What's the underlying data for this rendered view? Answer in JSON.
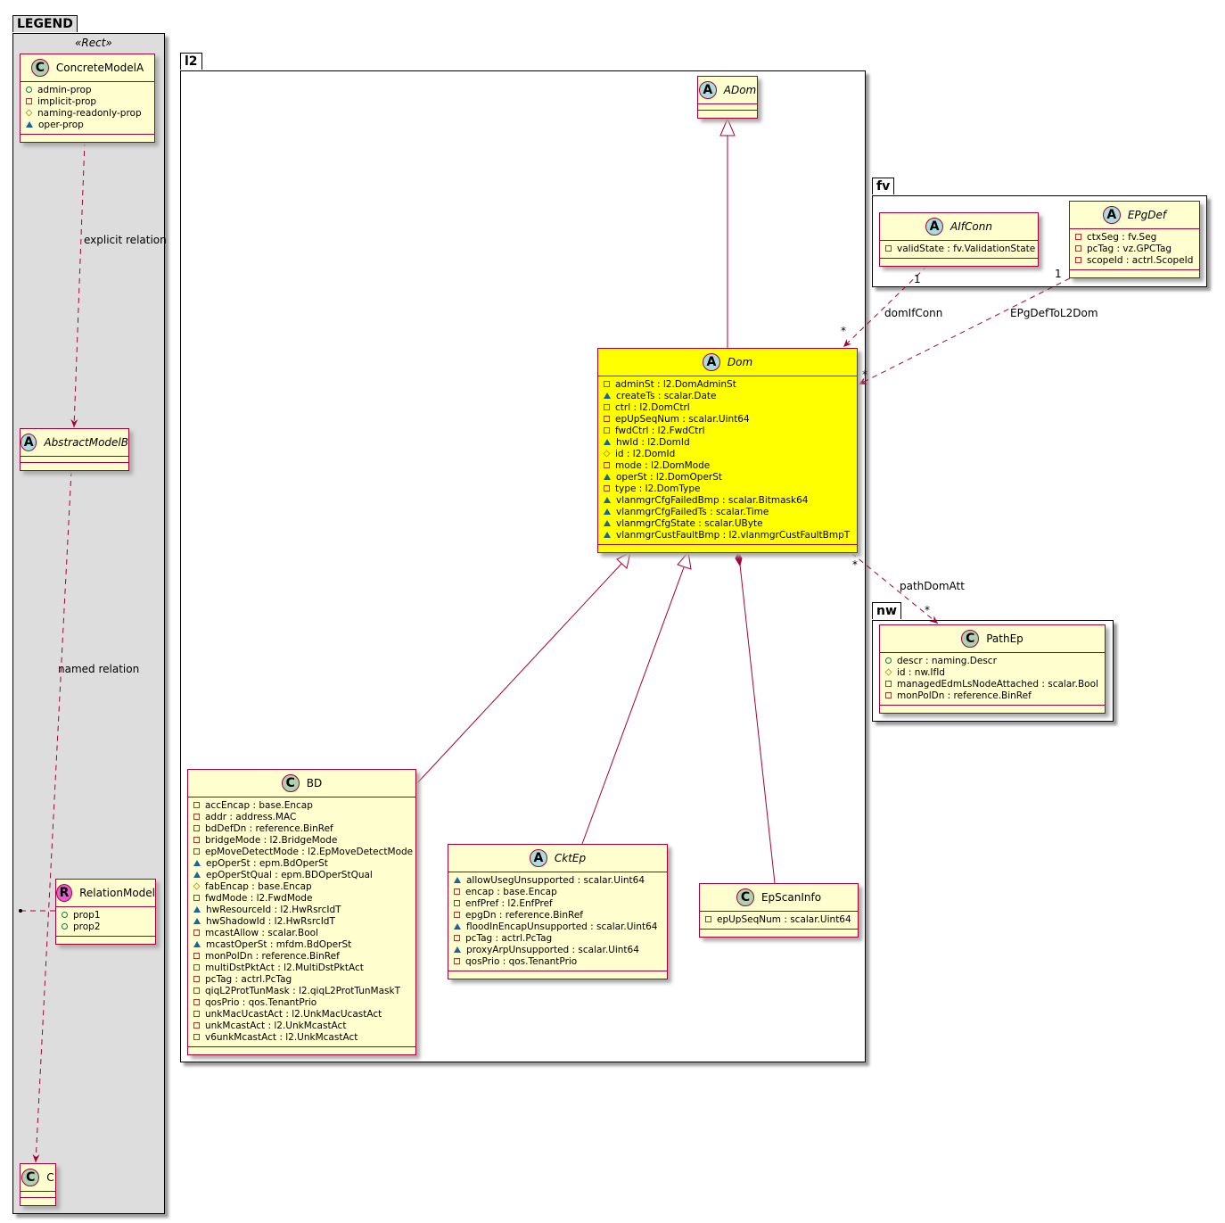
{
  "packages": {
    "legend": "LEGEND",
    "l2": "l2",
    "fv": "fv",
    "nw": "nw"
  },
  "legend_stereotype": "«Rect»",
  "classes": {
    "ConcreteModelA": {
      "kind": "C",
      "name": "ConcreteModelA",
      "attrs": [
        [
          "pub",
          "admin-prop"
        ],
        [
          "priv",
          "implicit-prop"
        ],
        [
          "prot",
          "naming-readonly-prop"
        ],
        [
          "pkg",
          "oper-prop"
        ]
      ]
    },
    "AbstractModelB": {
      "kind": "A",
      "name": "AbstractModelB",
      "attrs": []
    },
    "RelationModel": {
      "kind": "R",
      "name": "RelationModel",
      "attrs": [
        [
          "pub",
          "prop1"
        ],
        [
          "pub",
          "prop2"
        ]
      ]
    },
    "C": {
      "kind": "C",
      "name": "C",
      "attrs": []
    },
    "ADom": {
      "kind": "A",
      "name": "ADom",
      "attrs": []
    },
    "Dom": {
      "kind": "A",
      "name": "Dom",
      "highlight": true,
      "attrs": [
        [
          "priv",
          "adminSt : l2.DomAdminSt"
        ],
        [
          "pkg",
          "createTs : scalar.Date"
        ],
        [
          "priv",
          "ctrl : l2.DomCtrl"
        ],
        [
          "priv",
          "epUpSeqNum : scalar.Uint64"
        ],
        [
          "priv",
          "fwdCtrl : l2.FwdCtrl"
        ],
        [
          "pkg",
          "hwId : l2.DomId"
        ],
        [
          "prot",
          "id : l2.DomId"
        ],
        [
          "priv",
          "mode : l2.DomMode"
        ],
        [
          "pkg",
          "operSt : l2.DomOperSt"
        ],
        [
          "priv",
          "type : l2.DomType"
        ],
        [
          "pkg",
          "vlanmgrCfgFailedBmp : scalar.Bitmask64"
        ],
        [
          "pkg",
          "vlanmgrCfgFailedTs : scalar.Time"
        ],
        [
          "pkg",
          "vlanmgrCfgState : scalar.UByte"
        ],
        [
          "pkg",
          "vlanmgrCustFaultBmp : l2.vlanmgrCustFaultBmpT"
        ]
      ]
    },
    "BD": {
      "kind": "C",
      "name": "BD",
      "attrs": [
        [
          "priv",
          "accEncap : base.Encap"
        ],
        [
          "priv",
          "addr : address.MAC"
        ],
        [
          "priv",
          "bdDefDn : reference.BinRef"
        ],
        [
          "priv",
          "bridgeMode : l2.BridgeMode"
        ],
        [
          "priv",
          "epMoveDetectMode : l2.EpMoveDetectMode"
        ],
        [
          "pkg",
          "epOperSt : epm.BdOperSt"
        ],
        [
          "pkg",
          "epOperStQual : epm.BDOperStQual"
        ],
        [
          "prot",
          "fabEncap : base.Encap"
        ],
        [
          "priv",
          "fwdMode : l2.FwdMode"
        ],
        [
          "pkg",
          "hwResourceId : l2.HwRsrcIdT"
        ],
        [
          "pkg",
          "hwShadowId : l2.HwRsrcIdT"
        ],
        [
          "priv",
          "mcastAllow : scalar.Bool"
        ],
        [
          "pkg",
          "mcastOperSt : mfdm.BdOperSt"
        ],
        [
          "priv",
          "monPolDn : reference.BinRef"
        ],
        [
          "priv",
          "multiDstPktAct : l2.MultiDstPktAct"
        ],
        [
          "priv",
          "pcTag : actrl.PcTag"
        ],
        [
          "priv",
          "qiqL2ProtTunMask : l2.qiqL2ProtTunMaskT"
        ],
        [
          "priv",
          "qosPrio : qos.TenantPrio"
        ],
        [
          "priv",
          "unkMacUcastAct : l2.UnkMacUcastAct"
        ],
        [
          "priv",
          "unkMcastAct : l2.UnkMcastAct"
        ],
        [
          "priv",
          "v6unkMcastAct : l2.UnkMcastAct"
        ]
      ]
    },
    "CktEp": {
      "kind": "A",
      "name": "CktEp",
      "attrs": [
        [
          "pkg",
          "allowUsegUnsupported : scalar.Uint64"
        ],
        [
          "priv",
          "encap : base.Encap"
        ],
        [
          "priv",
          "enfPref : l2.EnfPref"
        ],
        [
          "priv",
          "epgDn : reference.BinRef"
        ],
        [
          "pkg",
          "floodInEncapUnsupported : scalar.Uint64"
        ],
        [
          "priv",
          "pcTag : actrl.PcTag"
        ],
        [
          "pkg",
          "proxyArpUnsupported : scalar.Uint64"
        ],
        [
          "priv",
          "qosPrio : qos.TenantPrio"
        ]
      ]
    },
    "EpScanInfo": {
      "kind": "C",
      "name": "EpScanInfo",
      "attrs": [
        [
          "priv",
          "epUpSeqNum : scalar.Uint64"
        ]
      ]
    },
    "AIfConn": {
      "kind": "A",
      "name": "AIfConn",
      "attrs": [
        [
          "priv",
          "validState : fv.ValidationState"
        ]
      ]
    },
    "EPgDef": {
      "kind": "A",
      "name": "EPgDef",
      "attrs": [
        [
          "priv",
          "ctxSeg : fv.Seg"
        ],
        [
          "priv",
          "pcTag : vz.GPCTag"
        ],
        [
          "priv",
          "scopeId : actrl.ScopeId"
        ]
      ]
    },
    "PathEp": {
      "kind": "C",
      "name": "PathEp",
      "attrs": [
        [
          "pub",
          "descr : naming.Descr"
        ],
        [
          "prot",
          "id : nw.IfId"
        ],
        [
          "priv",
          "managedEdmLsNodeAttached : scalar.Bool"
        ],
        [
          "priv",
          "monPolDn : reference.BinRef"
        ]
      ]
    }
  },
  "relations": {
    "explicit": "explicit relation",
    "named": "named relation",
    "domIfConn": {
      "label": "domIfConn",
      "from_mult": "1",
      "to_mult": "*"
    },
    "EPgDefToL2Dom": {
      "label": "EPgDefToL2Dom",
      "from_mult": "1",
      "to_mult": "*"
    },
    "pathDomAtt": {
      "label": "pathDomAtt",
      "from_mult": "*",
      "to_mult": "*"
    }
  },
  "colors": {
    "border": "#a80036",
    "class_bg": "#fefece",
    "highlight": "#ffff00",
    "legend_bg": "#dddddd"
  }
}
